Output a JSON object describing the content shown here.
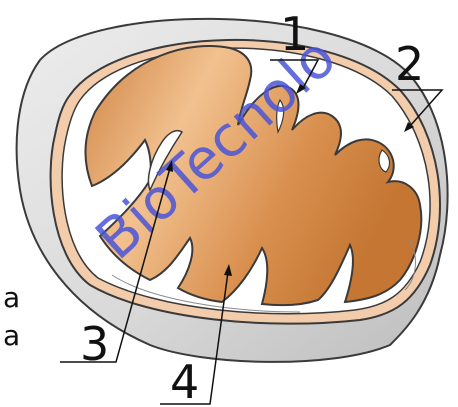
{
  "diagram": {
    "labels": [
      "1",
      "2",
      "3",
      "4"
    ],
    "cut_off_text": [
      "a",
      "a"
    ],
    "watermark": "BioTecnolo"
  },
  "colors": {
    "outer_shell": "#dddddd",
    "membrane": "#f2ccab",
    "matrix_light": "#f5c89a",
    "matrix_dark": "#cc7d3a",
    "outline": "#3a3a3a",
    "watermark": "#4a55d8"
  }
}
